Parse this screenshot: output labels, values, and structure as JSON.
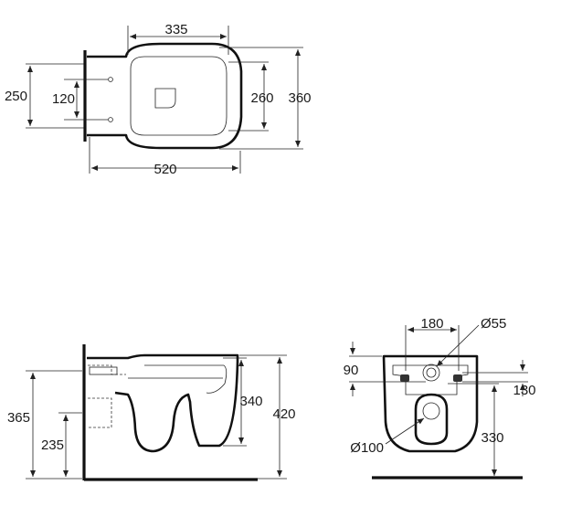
{
  "top_view": {
    "width_seat": "335",
    "height_outer": "250",
    "hole_spacing": "120",
    "height_seat": "260",
    "depth_total": "360",
    "length_total": "520"
  },
  "side_view": {
    "height_total": "365",
    "height_outlet": "235",
    "height_rim": "340",
    "depth_front": "420"
  },
  "rear_view": {
    "hole_spacing_horizontal": "180",
    "inlet_diameter": "Ø55",
    "inlet_height": "90",
    "bolt_height": "130",
    "outlet_diameter": "Ø100",
    "outlet_height": "330"
  }
}
